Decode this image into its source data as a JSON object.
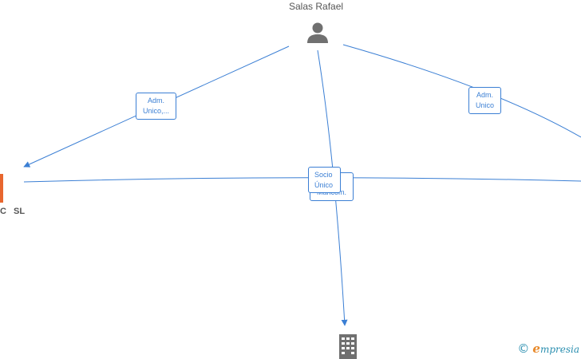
{
  "person": {
    "name": "Salas Rafael",
    "icon": "person-icon",
    "color": "#707070"
  },
  "company_left": {
    "name_start": "C",
    "name_suffix": "SL",
    "icon": "building-icon",
    "color": "#e8662e"
  },
  "company_bottom": {
    "icon": "building-icon",
    "color": "#707070"
  },
  "edges": {
    "left": {
      "line1": "Adm.",
      "line2": "Unico,..."
    },
    "right": {
      "line1": "Adm.",
      "line2": "Unico"
    },
    "center_front": {
      "line1": "Socio",
      "line2": "Único"
    },
    "center_back": {
      "line1": "Mancom."
    }
  },
  "edge_color": "#3b7fd4",
  "footer": {
    "copyright_symbol": "©",
    "brand_initial": "e",
    "brand_rest": "mpresia"
  }
}
